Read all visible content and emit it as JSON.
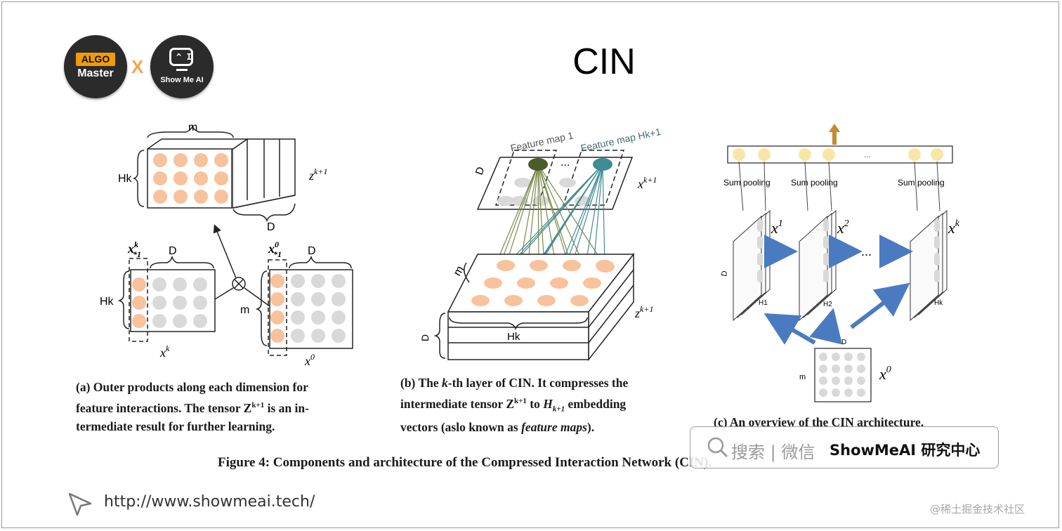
{
  "title": "CIN",
  "logos": {
    "algo_tag": "ALGO",
    "algo_master": "Master",
    "cross": "X",
    "smai_face": "^ I",
    "smai_text": "Show Me AI"
  },
  "panel_a": {
    "m": "m",
    "hk_top": "Hk",
    "d_top": "D",
    "zk1_base": "z",
    "zk1_sup": "k+1",
    "xk_star": "x",
    "xk_star_sup": "k",
    "xk_star_sub": "*1",
    "d_left": "D",
    "hk_left": "Hk",
    "x0_star": "x",
    "x0_star_sup": "0",
    "x0_star_sub": "*1",
    "d_right": "D",
    "m_right": "m",
    "xk": "x",
    "xk_sup": "k",
    "x0": "x",
    "x0_sup": "0"
  },
  "panel_b": {
    "feature_map_1": "Feature map 1",
    "feature_map_h": "Feature map Hk+1",
    "dots": "...",
    "d_top": "D",
    "xk1_base": "x",
    "xk1_sup": "k+1",
    "m": "m",
    "zk1_base": "z",
    "zk1_sup": "k+1",
    "hk": "Hk",
    "d_side": "D"
  },
  "panel_c": {
    "sum_pooling": [
      "Sum pooling",
      "Sum pooling",
      "Sum pooling"
    ],
    "top_dots": "...",
    "x1_base": "x",
    "x1_sup": "1",
    "x2_base": "x",
    "x2_sup": "2",
    "xk_base": "x",
    "xk_sup": "k",
    "mid_dots": "...",
    "h1": "H1",
    "h2": "H2",
    "hk": "Hk",
    "d_side": "D",
    "d_input": "D",
    "m_input": "m",
    "x0_base": "x",
    "x0_sup": "0"
  },
  "captions": {
    "a_line1": "(a) Outer products along each dimension for",
    "a_line2_pre": "feature interactions. The tensor Z",
    "a_line2_sup": "k+1",
    "a_line2_post": " is an in-",
    "a_line3": "termediate result for further learning.",
    "b_line1_pre": "(b) The ",
    "b_line1_k": "k",
    "b_line1_post": "-th layer of CIN. It compresses the",
    "b_line2_pre": "intermediate tensor Z",
    "b_line2_sup": "k+1",
    "b_line2_mid": " to ",
    "b_line2_h": "H",
    "b_line2_hsub": "k+1",
    "b_line2_post": " embedding",
    "b_line3_pre": "vectors (aslo known as ",
    "b_line3_it": "feature maps",
    "b_line3_post": ").",
    "c": "(c) An overview of the CIN architecture.",
    "figure": "Figure 4: Components and architecture of the Compressed Interaction Network (CIN)."
  },
  "watermark": {
    "search_text": "搜索 | 微信",
    "brand": "ShowMeAI 研究中心"
  },
  "footer": {
    "url": "http://www.showmeai.tech/",
    "credit": "@稀土掘金技术社区"
  },
  "colors": {
    "orange_dot": "#f7c29c",
    "grey_dot": "#d9d9d9",
    "teal": "#3f8c94",
    "olive": "#4d5a2a",
    "arrow_blue": "#4a7bc0",
    "arrow_up": "#c58a2a"
  }
}
